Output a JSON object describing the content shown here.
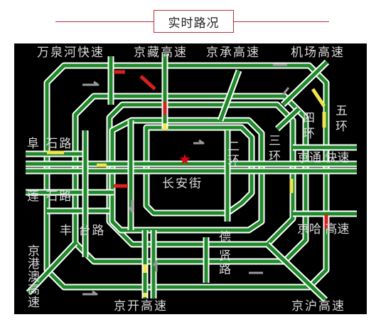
{
  "title": "实时路况",
  "colors": {
    "background": "#000000",
    "road_edge": "#ffffff",
    "road_clear": "#1e8a2a",
    "road_slow": "#f2e64a",
    "road_congested": "#d82020",
    "arrow": "#9a9a9a",
    "star": "#e60012",
    "frame_accent": "#b8303a"
  },
  "labels": {
    "wanquanhe": "万泉河快速",
    "jingzang": "京藏高速",
    "jingcheng": "京承高速",
    "jichang": "机场高速",
    "fushilu": "阜 石路",
    "lianshilu": "莲 石路",
    "fengtailu": "丰 台路",
    "jinggangao": "京港澳高速",
    "jingkai": "京开高速",
    "jinghu": "京沪高速",
    "jingtong": "京通 快速",
    "jingha": "京哈 高速",
    "changanjie": "长安街",
    "deshengli": "德 贤路",
    "ring2_a": "二",
    "ring2_b": "环",
    "ring3_a": "三",
    "ring3_b": "环",
    "ring4_a": "四",
    "ring4_b": "环",
    "ring5_a": "五",
    "ring5_b": "环"
  },
  "landmark_icon": "star-icon",
  "direction_icon": "arrow-icon"
}
